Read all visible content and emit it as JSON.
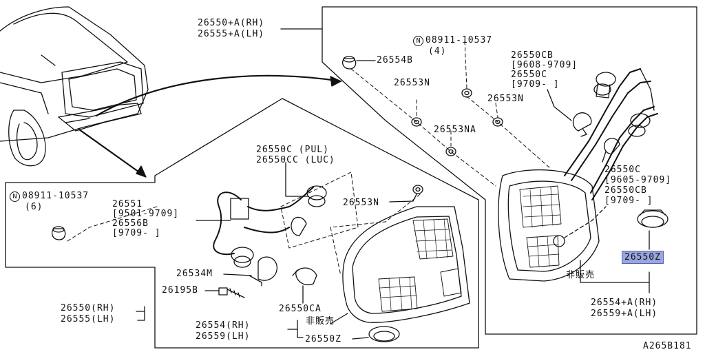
{
  "callouts": {
    "top_rh": "26550+A(RH)",
    "top_lh": "26555+A(LH)",
    "nut_top_prefix": "N",
    "nut_top_part": "08911-10537",
    "nut_top_qty": "(4)",
    "p26554b": "26554B",
    "p26553n_a": "26553N",
    "p26553n_b": "26553N",
    "p26553na": "26553NA",
    "p26553n_c": "26553N",
    "bulb_tr_1": "26550CB",
    "bulb_tr_2": "[9608-9709]",
    "bulb_tr_3": "26550C",
    "bulb_tr_4": "[9709-    ]",
    "bulb_r_1": "26550C",
    "bulb_r_2": "[9605-9709]",
    "bulb_r_3": "26550CB",
    "bulb_r_4": "[9709-    ]",
    "hl_part": "26550Z",
    "hisan_right": "非販売",
    "inner_rh": "26554+A(RH)",
    "inner_lh": "26559+A(LH)",
    "nut_left_prefix": "N",
    "nut_left_part": "08911-10537",
    "nut_left_qty": "(6)",
    "sock_pul": "26550C  (PUL)",
    "sock_luc": "26550CC (LUC)",
    "harness_1": "26551",
    "harness_2": "[9501-9709]",
    "harness_3": "26556B",
    "harness_4": "[9709-    ]",
    "p26534m": "26534M",
    "p26195b": "26195B",
    "p26550ca": "26550CA",
    "hisan_left": "非販売",
    "main_rh": "26550(RH)",
    "main_lh": "26555(LH)",
    "lens_rh": "26554(RH)",
    "lens_lh": "26559(LH)",
    "p26550z_bottom": "26550Z",
    "diagram_id": "A265B181"
  },
  "colors": {
    "line": "#111111",
    "highlight": "#9aa6de"
  }
}
